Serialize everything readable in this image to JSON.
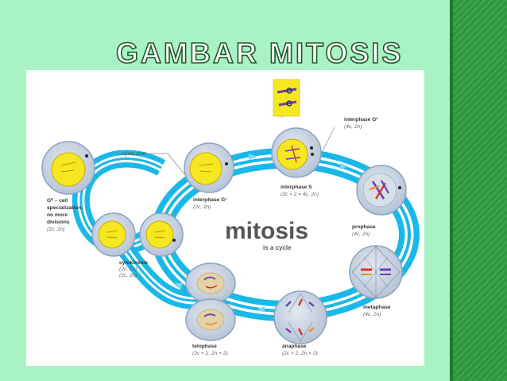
{
  "slide": {
    "title": "Gambar Mitosis"
  },
  "diagram": {
    "center_title": "mitosis",
    "center_subtitle": "is a cycle",
    "cycle_start": "cycle start",
    "stages": {
      "g0": {
        "name_lines": [
          "G⁰ – cell",
          "specialization,",
          "no more",
          "divisions"
        ],
        "formula": "(2c, 2n)"
      },
      "g1": {
        "name": "interphase G¹",
        "formula": "(2c, 2n)"
      },
      "s": {
        "name": "interphase S",
        "formula": "(2c × 2 = 4c, 2n)"
      },
      "g2": {
        "name": "interphase G²",
        "formula": "(4c, 2n)"
      },
      "prophase": {
        "name": "prophase",
        "formula": "(4c, 2n)"
      },
      "metaphase": {
        "name": "metaphase",
        "formula": "(4c, 2n)"
      },
      "anaphase": {
        "name": "anaphase",
        "formula": "(2c × 2, 2n × 2)"
      },
      "telophase": {
        "name": "telophase",
        "formula": "(2c × 2, 2n × 2)"
      },
      "cytokinesis": {
        "name": "cytokinesis",
        "formula_lines": [
          "(2c, 2n)",
          "(2c, 2n)"
        ]
      }
    }
  },
  "colors": {
    "background": "#a9f2c3",
    "band": "#2f9e3f",
    "ring": "#00b4e6",
    "nucleus": "#f6e820",
    "cell": "#c9d4e3",
    "chrom_purple": "#6a3fb5",
    "chrom_red": "#e0301e",
    "chrom_orange": "#f08a1e",
    "mitosis_text": "#555555"
  }
}
